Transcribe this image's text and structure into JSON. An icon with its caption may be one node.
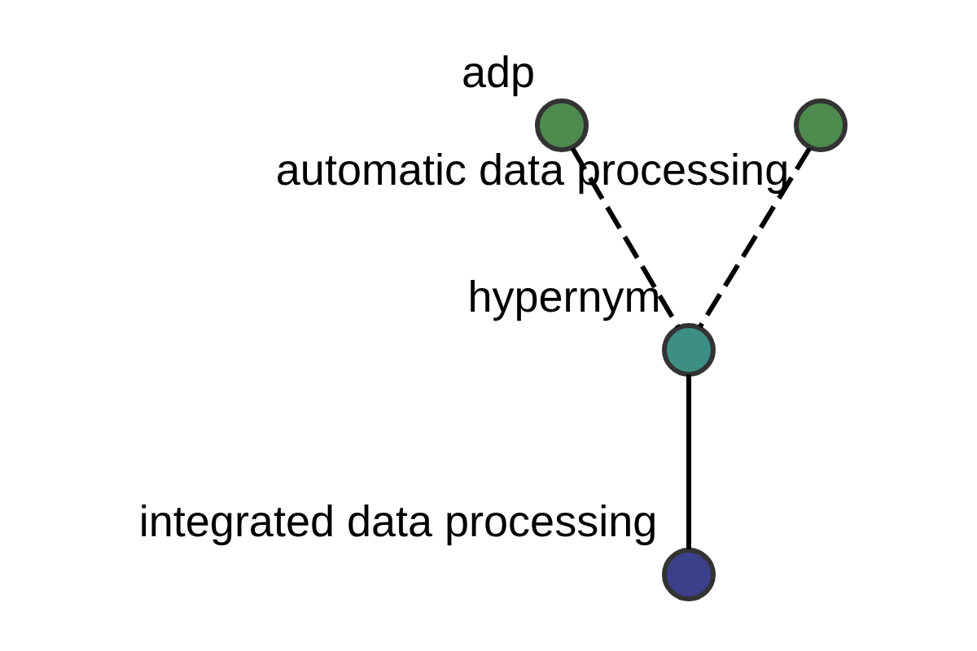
{
  "diagram": {
    "nodes": [
      {
        "text": [
          "adp"
        ]
      },
      {
        "text": [
          "automatic data processing"
        ]
      },
      {
        "text": [
          "hypernym"
        ]
      },
      {
        "text": [
          "integrated data processing"
        ]
      }
    ],
    "edges": [
      {
        "from": 0,
        "to": 2,
        "arrow": "none",
        "style": "dashed"
      },
      {
        "from": 1,
        "to": 2,
        "arrow": "none",
        "style": "dashed"
      },
      {
        "from": 2,
        "to": 3,
        "arrow": "none"
      }
    ]
  }
}
